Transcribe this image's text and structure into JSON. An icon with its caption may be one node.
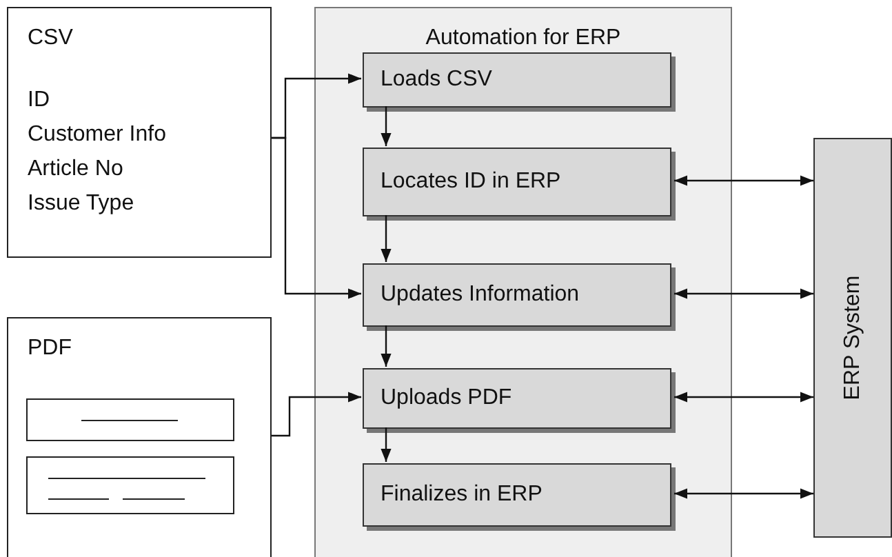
{
  "diagram": {
    "nodes": [
      {
        "text": [
          "CSV",
          "ID",
          "Customer Info",
          "Article No",
          "Issue Type"
        ]
      },
      {
        "text": [
          "PDF"
        ]
      },
      {
        "text": [
          "Automation for ERP"
        ]
      },
      {
        "text": [
          "Loads CSV"
        ],
        "in": 2
      },
      {
        "text": [
          "Locates ID in ERP"
        ],
        "in": 2
      },
      {
        "text": [
          "Updates Information"
        ],
        "in": 2
      },
      {
        "text": [
          "Uploads PDF"
        ],
        "in": 2
      },
      {
        "text": [
          "Finalizes in ERP"
        ],
        "in": 2
      },
      {
        "text": [
          "ERP System"
        ]
      }
    ],
    "edges": [
      {
        "from": 0,
        "to": 3,
        "arrow": "to"
      },
      {
        "from": 0,
        "to": 5,
        "arrow": "to"
      },
      {
        "from": 1,
        "to": 6,
        "arrow": "to"
      },
      {
        "from": 3,
        "to": 4,
        "arrow": "to"
      },
      {
        "from": 4,
        "to": 5,
        "arrow": "to"
      },
      {
        "from": 5,
        "to": 6,
        "arrow": "to"
      },
      {
        "from": 6,
        "to": 7,
        "arrow": "to"
      },
      {
        "from": 4,
        "to": 8,
        "arrow": "both"
      },
      {
        "from": 5,
        "to": 8,
        "arrow": "both"
      },
      {
        "from": 6,
        "to": 8,
        "arrow": "both"
      },
      {
        "from": 7,
        "to": 8,
        "arrow": "both"
      }
    ]
  }
}
